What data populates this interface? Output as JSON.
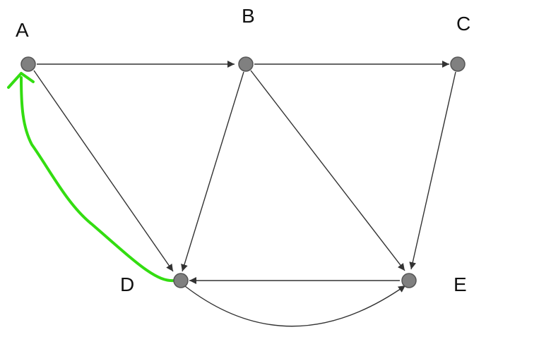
{
  "graph": {
    "nodes": [
      {
        "id": "A",
        "label": "A"
      },
      {
        "id": "B",
        "label": "B"
      },
      {
        "id": "C",
        "label": "C"
      },
      {
        "id": "D",
        "label": "D"
      },
      {
        "id": "E",
        "label": "E"
      }
    ],
    "edges": [
      {
        "from": "A",
        "to": "B"
      },
      {
        "from": "B",
        "to": "C"
      },
      {
        "from": "A",
        "to": "D"
      },
      {
        "from": "B",
        "to": "D"
      },
      {
        "from": "B",
        "to": "E"
      },
      {
        "from": "C",
        "to": "E"
      },
      {
        "from": "E",
        "to": "D"
      },
      {
        "from": "D",
        "to": "E",
        "curved": true
      }
    ],
    "annotation": {
      "from": "D",
      "to": "A",
      "style": "hand-drawn"
    }
  },
  "colors": {
    "node_fill": "#808080",
    "node_stroke": "#555555",
    "edge": "#333333",
    "annotation": "#33dd11",
    "label": "#111111"
  }
}
